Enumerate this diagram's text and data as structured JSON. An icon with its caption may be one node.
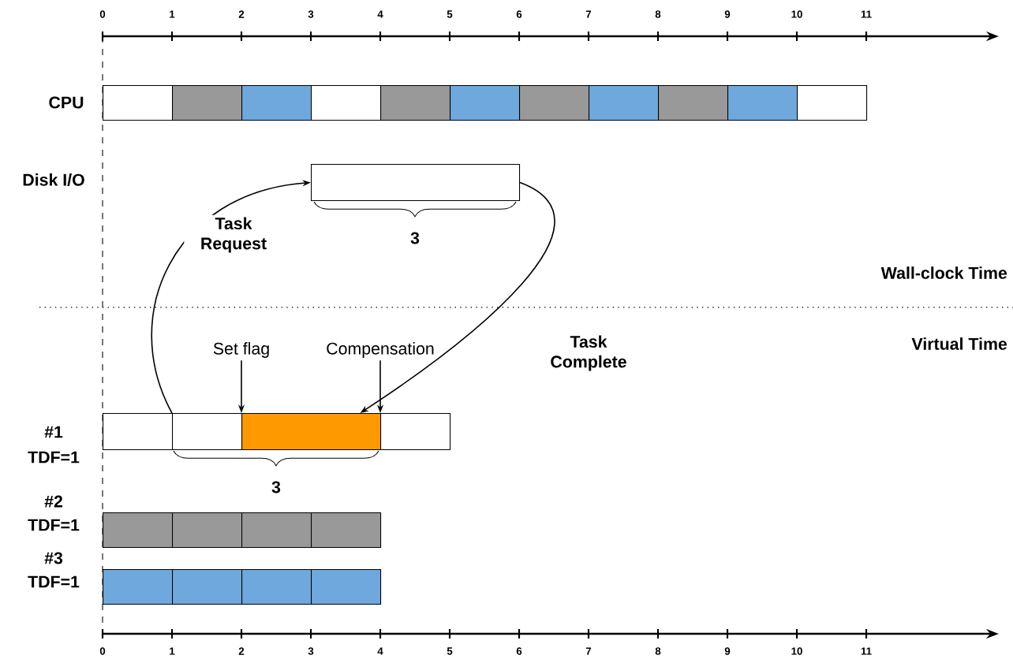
{
  "diagram": {
    "nodes": [
      {
        "text": [],
        "shape": "box"
      },
      {
        "text": [],
        "shape": "box"
      },
      {
        "text": [],
        "shape": "box"
      },
      {
        "text": [],
        "shape": "box"
      },
      {
        "text": [],
        "shape": "box"
      },
      {
        "text": [],
        "shape": "box"
      },
      {
        "text": [],
        "shape": "box"
      },
      {
        "text": [],
        "shape": "box"
      },
      {
        "text": [],
        "shape": "box"
      },
      {
        "text": [],
        "shape": "box"
      },
      {
        "text": [],
        "shape": "box"
      },
      {
        "text": [],
        "shape": "box"
      },
      {
        "text": [
          "Set flag"
        ]
      },
      {
        "text": [
          "Compensation"
        ]
      },
      {
        "text": [],
        "shape": "box"
      },
      {
        "text": [],
        "shape": "box"
      },
      {
        "text": [],
        "shape": "box"
      },
      {
        "text": [],
        "shape": "box"
      },
      {
        "text": [],
        "shape": "box"
      },
      {
        "text": [],
        "shape": "box"
      },
      {
        "text": [],
        "shape": "box"
      },
      {
        "text": [],
        "shape": "box"
      },
      {
        "text": [],
        "shape": "box"
      },
      {
        "text": [],
        "shape": "box"
      },
      {
        "text": [],
        "shape": "box"
      },
      {
        "text": [],
        "shape": "box"
      }
    ],
    "edges": [
      {
        "from": 15,
        "to": 11,
        "arrow": "to",
        "label": "Task Request"
      },
      {
        "from": 11,
        "to": 16,
        "arrow": "to",
        "label": "Task Complete"
      },
      {
        "from": 12,
        "to": 16,
        "arrow": "to"
      },
      {
        "from": 13,
        "to": 16,
        "arrow": "to"
      }
    ],
    "labels": [
      "0",
      "1",
      "2",
      "3",
      "4",
      "5",
      "6",
      "7",
      "8",
      "9",
      "10",
      "11",
      "CPU",
      "Disk I/O",
      "3",
      "Wall-clock Time",
      "Virtual Time",
      "#1",
      "TDF=1",
      "3",
      "#2",
      "TDF=1",
      "#3",
      "TDF=1",
      "0",
      "1",
      "2",
      "3",
      "4",
      "5",
      "6",
      "7",
      "8",
      "9",
      "10",
      "11"
    ]
  }
}
